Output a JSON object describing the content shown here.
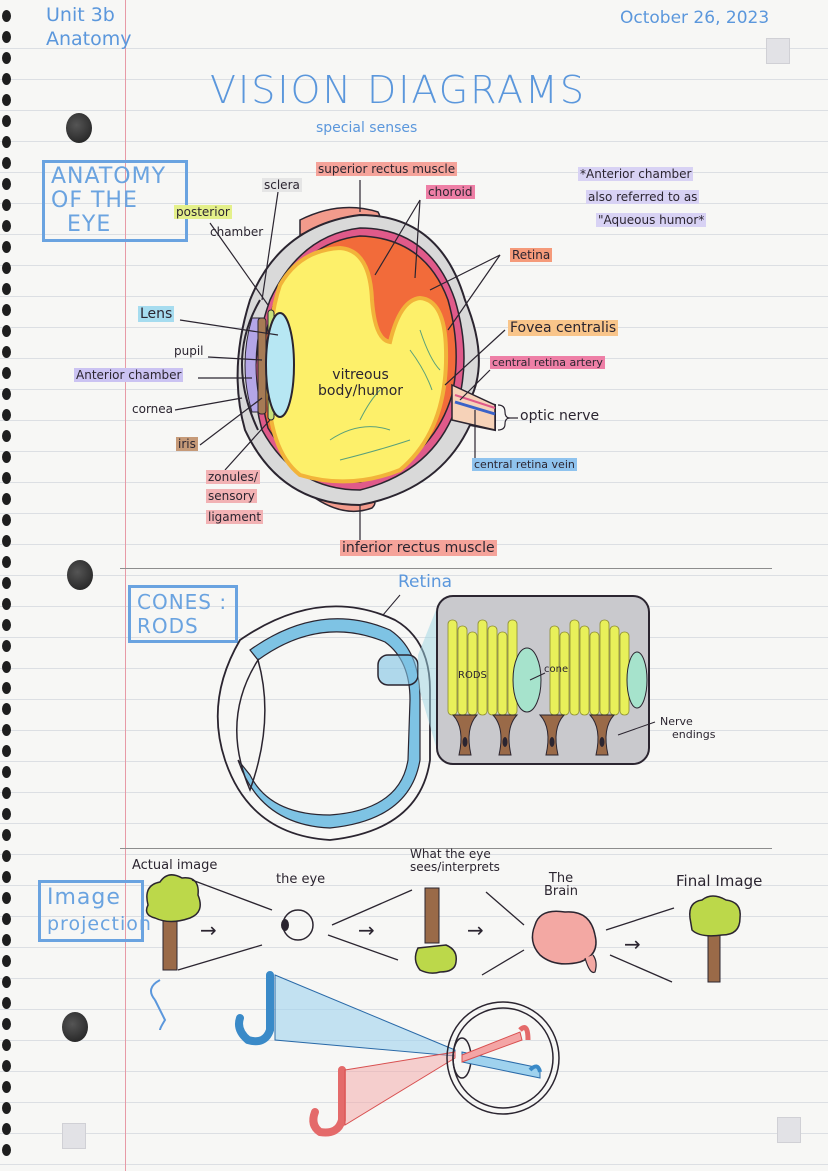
{
  "header": {
    "unit": "Unit 3b",
    "subject": "Anatomy",
    "date": "October 26, 2023",
    "title": "VISION DIAGRAMS",
    "subtitle": "special senses"
  },
  "sections": {
    "anatomy": {
      "heading_lines": [
        "ANATOMY",
        "OF THE",
        "EYE"
      ],
      "note_lines": [
        "*Anterior chamber",
        "also referred to as",
        "\"Aqueous humor*"
      ],
      "center_label_lines": [
        "vitreous",
        "body/humor"
      ],
      "labels": {
        "sclera": "sclera",
        "posterior_chamber": [
          "posterior",
          "chamber"
        ],
        "superior_rectus": "superior rectus muscle",
        "choroid": "choroid",
        "retina": "Retina",
        "lens": "Lens",
        "pupil": "pupil",
        "anterior_chamber": "Anterior chamber",
        "cornea": "cornea",
        "iris": "iris",
        "zonules": [
          "zonules/",
          "sensory",
          "ligament"
        ],
        "fovea": "Fovea centralis",
        "central_artery": "central retina artery",
        "optic_nerve": "optic nerve",
        "central_vein": "central retina vein",
        "inferior_rectus": "inferior rectus muscle"
      },
      "highlight_colors": {
        "posterior_chamber": "#e4f08a",
        "superior_rectus": "#f5a39a",
        "choroid": "#ee7fa6",
        "retina": "#f59a7a",
        "lens": "#a6dcef",
        "anterior_chamber": "#cbc3f2",
        "iris": "#c69a78",
        "zonules": "#f2b2b4",
        "fovea": "#f9c58a",
        "central_artery": "#ee7fa6",
        "central_vein": "#8fc3ee",
        "inferior_rectus": "#f5a39a",
        "note": "#d8d2f4",
        "sclera": "#dddddd"
      }
    },
    "cones_rods": {
      "heading_lines": [
        "CONES :",
        "RODS"
      ],
      "labels": {
        "retina": "Retina",
        "rods": "RODS",
        "cone": "cone",
        "nerve_endings": [
          "Nerve",
          "endings"
        ]
      }
    },
    "image_projection": {
      "heading_lines": [
        "Image",
        "projection"
      ],
      "steps": [
        {
          "label": "Actual image"
        },
        {
          "label": "the eye"
        },
        {
          "label": "What the eye sees/interprets"
        },
        {
          "label": "The Brain"
        },
        {
          "label": "Final Image"
        }
      ],
      "arrow_glyph": "→"
    }
  }
}
